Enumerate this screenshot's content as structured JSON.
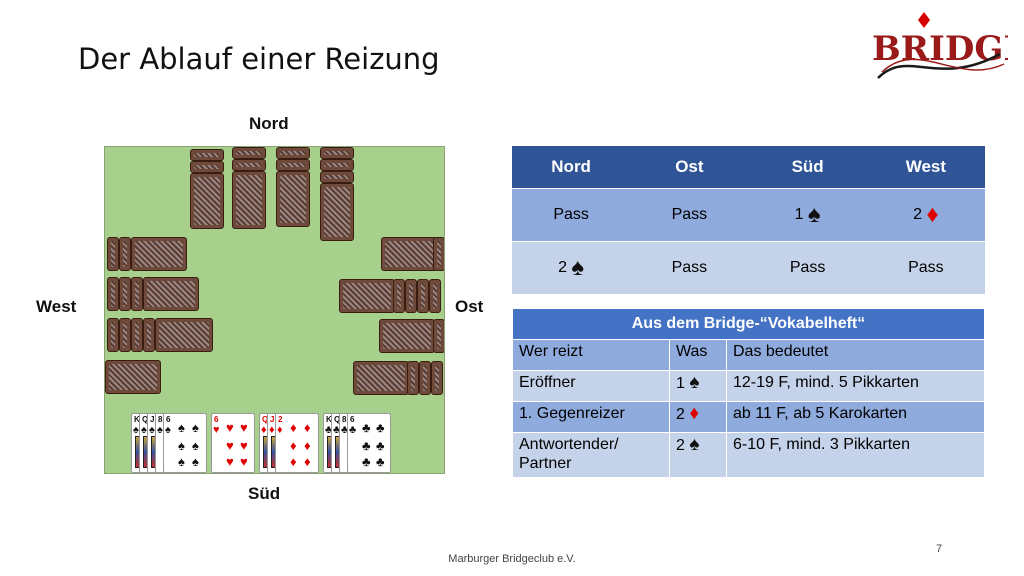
{
  "slide": {
    "title": "Der Ablauf einer Reizung",
    "logo_text": "BRIDGE",
    "footer": "Marburger Bridgeclub e.V.",
    "page_number": "7"
  },
  "directions": {
    "north": "Nord",
    "west": "West",
    "east": "Ost",
    "south": "Süd"
  },
  "bidding": {
    "headers": [
      "Nord",
      "Ost",
      "Süd",
      "West"
    ],
    "rows": [
      [
        {
          "level": "",
          "text": "Pass",
          "suit": ""
        },
        {
          "level": "",
          "text": "Pass",
          "suit": ""
        },
        {
          "level": "1",
          "text": "",
          "suit": "♠"
        },
        {
          "level": "2",
          "text": "",
          "suit": "♦"
        }
      ],
      [
        {
          "level": "2",
          "text": "",
          "suit": "♠"
        },
        {
          "level": "",
          "text": "Pass",
          "suit": ""
        },
        {
          "level": "",
          "text": "Pass",
          "suit": ""
        },
        {
          "level": "",
          "text": "Pass",
          "suit": ""
        }
      ]
    ]
  },
  "vocab": {
    "title": "Aus dem Bridge-“Vokabelheft“",
    "headers": [
      "Wer reizt",
      "Was",
      "Das bedeutet"
    ],
    "rows": [
      {
        "who": "Eröffner",
        "level": "1",
        "suit": "♠",
        "meaning": "12-19 F, mind. 5 Pikkarten"
      },
      {
        "who": "1. Gegenreizer",
        "level": "2",
        "suit": "♦",
        "meaning": "ab 11 F, ab 5 Karokarten"
      },
      {
        "who": "Antwortender/ Partner",
        "level": "2",
        "suit": "♠",
        "meaning": "6-10 F, mind. 3 Pikkarten"
      }
    ]
  },
  "colors": {
    "header_dark": "#2f5597",
    "header_mid": "#4472c4",
    "row_mid": "#8faadc",
    "row_light": "#c5d3ea",
    "felt": "#a8d08d",
    "red_suit": "#e00000"
  },
  "south_hand": [
    {
      "rank": "K",
      "suit": "♠"
    },
    {
      "rank": "Q",
      "suit": "♠"
    },
    {
      "rank": "J",
      "suit": "♠"
    },
    {
      "rank": "8",
      "suit": "♠"
    },
    {
      "rank": "6",
      "suit": "♠"
    },
    {
      "rank": "6",
      "suit": "♥"
    },
    {
      "rank": "Q",
      "suit": "♦"
    },
    {
      "rank": "J",
      "suit": "♦"
    },
    {
      "rank": "2",
      "suit": "♦"
    },
    {
      "rank": "K",
      "suit": "♣"
    },
    {
      "rank": "Q",
      "suit": "♣"
    },
    {
      "rank": "8",
      "suit": "♣"
    },
    {
      "rank": "6",
      "suit": "♣"
    }
  ]
}
